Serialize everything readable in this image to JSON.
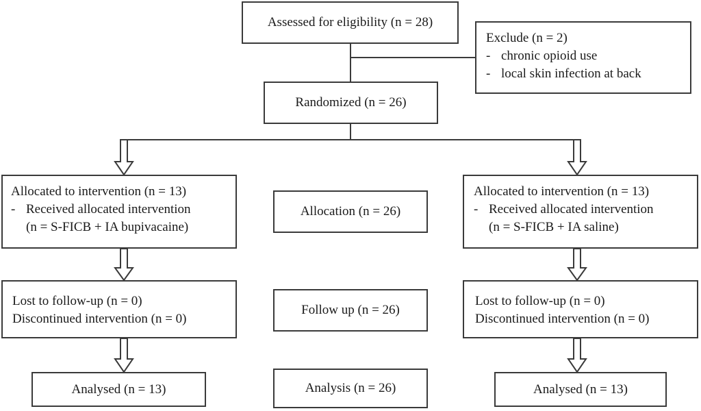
{
  "assessed": "Assessed for eligibility (n = 28)",
  "exclude": {
    "title": "Exclude (n = 2)",
    "items": [
      "chronic opioid use",
      "local skin infection at back"
    ]
  },
  "randomized": "Randomized (n = 26)",
  "left": {
    "allocation": {
      "line1": "Allocated to intervention (n = 13)",
      "line2": "Received allocated intervention",
      "line3": "(n = S-FICB + IA bupivacaine)"
    },
    "followup": {
      "line1": "Lost to follow-up (n = 0)",
      "line2": "Discontinued intervention (n = 0)"
    },
    "analysed": "Analysed (n = 13)"
  },
  "center": {
    "allocation": "Allocation (n = 26)",
    "followup": "Follow up (n = 26)",
    "analysis": "Analysis (n = 26)"
  },
  "right": {
    "allocation": {
      "line1": "Allocated to intervention (n = 13)",
      "line2": "Received allocated intervention",
      "line3": "(n = S-FICB + IA saline)"
    },
    "followup": {
      "line1": "Lost to follow-up (n = 0)",
      "line2": "Discontinued intervention (n = 0)"
    },
    "analysed": "Analysed (n = 13)"
  },
  "bullet_dash": "-"
}
